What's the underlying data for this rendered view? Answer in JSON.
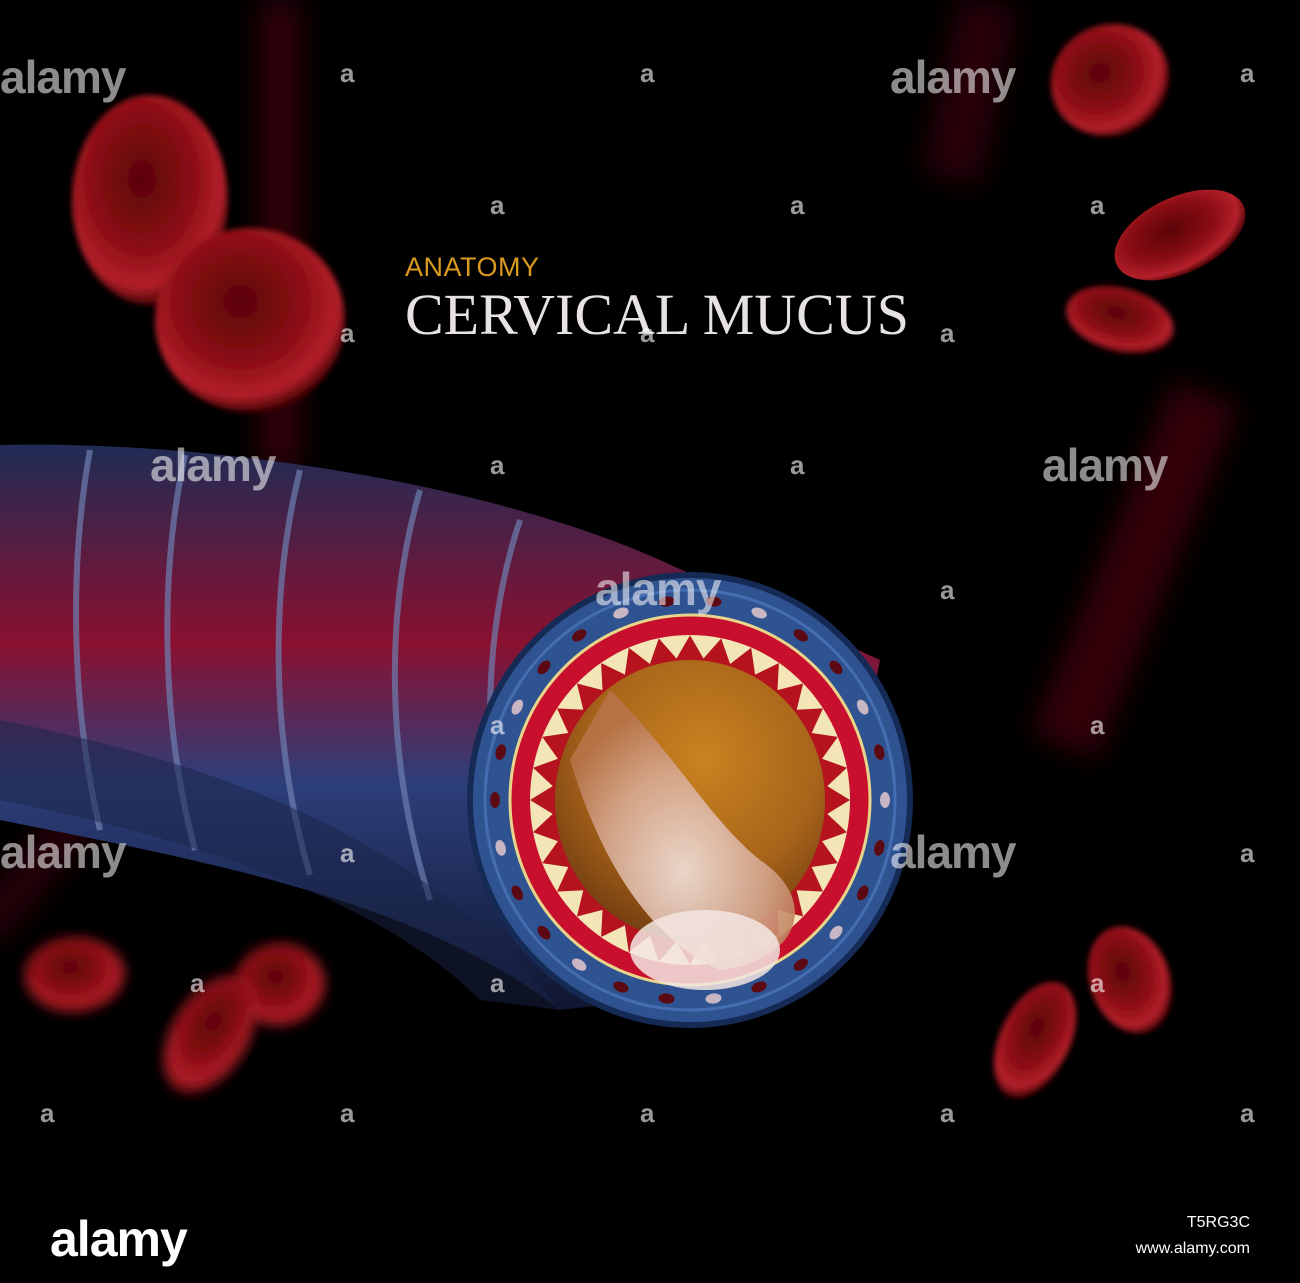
{
  "illustration": {
    "subtitle": "ANATOMY",
    "title": "CERVICAL MUCUS",
    "colors": {
      "background": "#000000",
      "subtitle": "#d99a1e",
      "title": "#e7e2e4",
      "blood_cell": "#8b0d14",
      "vessel_blue": "#2a4a8c",
      "vessel_red": "#b01228",
      "lumen": "#d9961e"
    }
  },
  "watermark": {
    "text": "alamy",
    "mark": "a"
  },
  "footer": {
    "logo": "alamy",
    "image_id": "T5RG3C",
    "url": "www.alamy.com"
  }
}
